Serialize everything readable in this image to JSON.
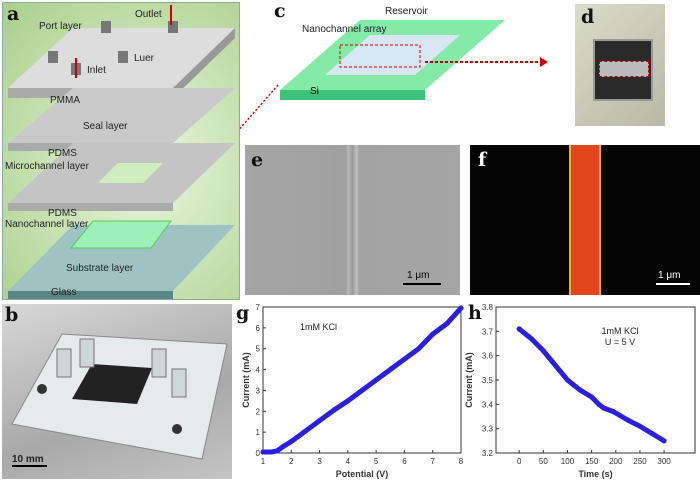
{
  "panels": {
    "a": "a",
    "b": "b",
    "c": "c",
    "d": "d",
    "e": "e",
    "f": "f",
    "g": "g",
    "h": "h"
  },
  "panel_a": {
    "outlet": "Outlet",
    "port_layer": "Port layer",
    "luer": "Luer",
    "inlet": "Inlet",
    "pmma": "PMMA",
    "seal_layer": "Seal layer",
    "pdms1": "PDMS",
    "microchannel_layer": "Microchannel layer",
    "pdms2": "PDMS",
    "nanochannel_layer": "Nanochannel layer",
    "substrate_layer": "Substrate layer",
    "glass": "Glass"
  },
  "panel_b": {
    "scale": "10 mm"
  },
  "panel_c": {
    "reservoir": "Reservoir",
    "nanochannel_array": "Nanochannel array",
    "si": "Si"
  },
  "panel_e": {
    "scale": "1 μm"
  },
  "panel_f": {
    "scale": "1 μm"
  },
  "colors": {
    "series": "#2a1fe0",
    "panel_a_bg": "#b5d69a",
    "chip": "#7fe0a8",
    "stripe": "#e2451c"
  },
  "chart_data": [
    {
      "type": "line",
      "annotation": "1mM KCl",
      "xlabel": "Potential (V)",
      "ylabel": "Current (mA)",
      "xlim": [
        1,
        8
      ],
      "ylim": [
        0,
        7
      ],
      "xticks": [
        1,
        2,
        3,
        4,
        5,
        6,
        7,
        8
      ],
      "yticks": [
        0,
        1,
        2,
        3,
        4,
        5,
        6,
        7
      ],
      "x": [
        1,
        1.3,
        1.5,
        1.7,
        2,
        2.5,
        3,
        3.5,
        4,
        4.5,
        5,
        5.5,
        6,
        6.5,
        7,
        7.5,
        8
      ],
      "y": [
        0.05,
        0.05,
        0.1,
        0.3,
        0.55,
        1.05,
        1.55,
        2.05,
        2.5,
        3.0,
        3.5,
        4.0,
        4.5,
        5.0,
        5.7,
        6.2,
        6.95
      ]
    },
    {
      "type": "line",
      "annotation": "1mM KCl",
      "annotation2": "U = 5 V",
      "xlabel": "Time (s)",
      "ylabel": "Current (mA)",
      "xlim": [
        -48,
        364
      ],
      "ylim": [
        3.2,
        3.8
      ],
      "xticks": [
        0,
        50,
        100,
        150,
        200,
        250,
        300
      ],
      "yticks": [
        3.2,
        3.3,
        3.4,
        3.5,
        3.6,
        3.7,
        3.8
      ],
      "x": [
        0,
        25,
        50,
        75,
        100,
        125,
        150,
        165,
        175,
        195,
        225,
        250,
        275,
        300
      ],
      "y": [
        3.71,
        3.67,
        3.62,
        3.56,
        3.5,
        3.46,
        3.43,
        3.4,
        3.385,
        3.37,
        3.335,
        3.31,
        3.28,
        3.25
      ]
    }
  ]
}
